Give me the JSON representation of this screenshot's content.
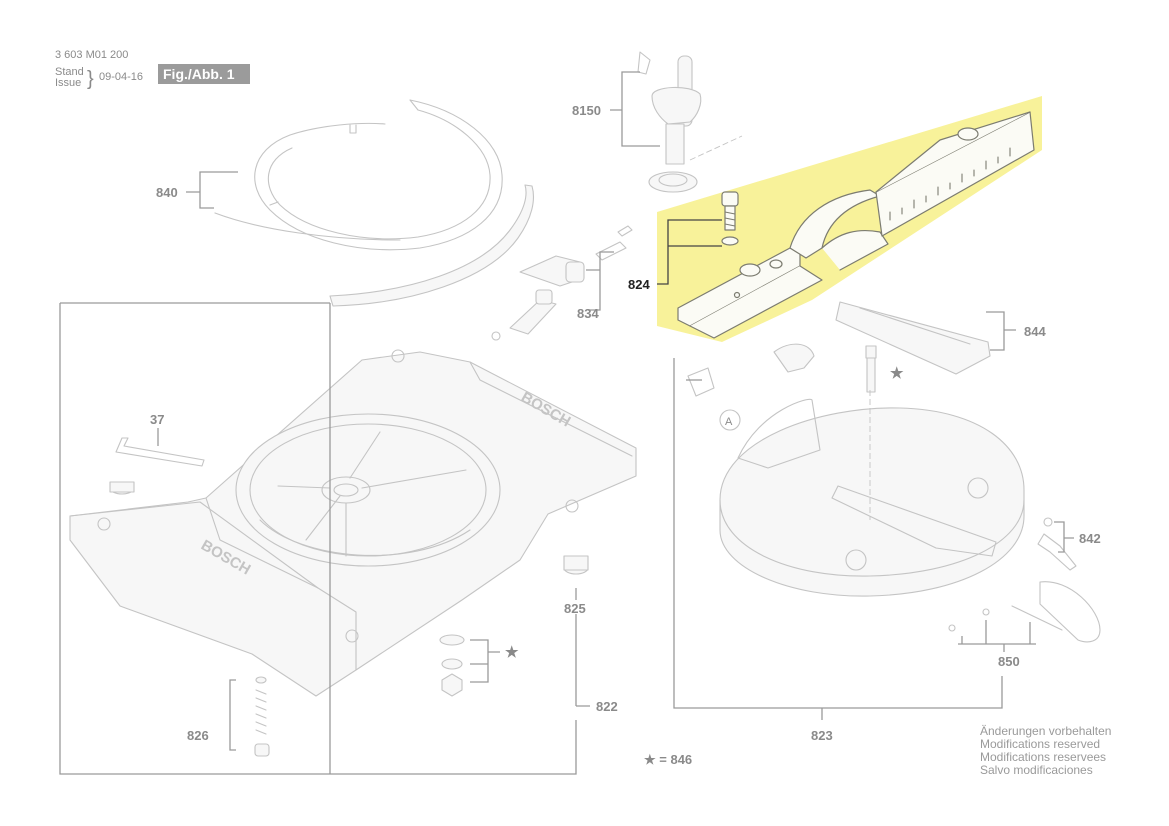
{
  "header": {
    "doc_number": "3 603 M01 200",
    "stand_label": "Stand",
    "issue_label": "Issue",
    "brace": "}",
    "date": "09-04-16",
    "figure_label": "Fig./Abb. 1"
  },
  "parts": {
    "p8150": "8150",
    "p840": "840",
    "p824": "824",
    "p834": "834",
    "p844": "844",
    "p37": "37",
    "p842": "842",
    "p825": "825",
    "p850": "850",
    "p822": "822",
    "p826": "826",
    "p823": "823"
  },
  "brand_mark": "BOSCH",
  "callout_a": "A",
  "legend": {
    "star_ref": "★ = 846",
    "star": "★"
  },
  "notes": [
    "Änderungen vorbehalten",
    "Modifications reserved",
    "Modifications reservees",
    "Salvo modificaciones"
  ],
  "colors": {
    "highlight": "#f8f29a",
    "line": "#c4c4c4",
    "label": "#8a8a8a",
    "active_label": "#222222"
  },
  "highlighted_part": "824"
}
